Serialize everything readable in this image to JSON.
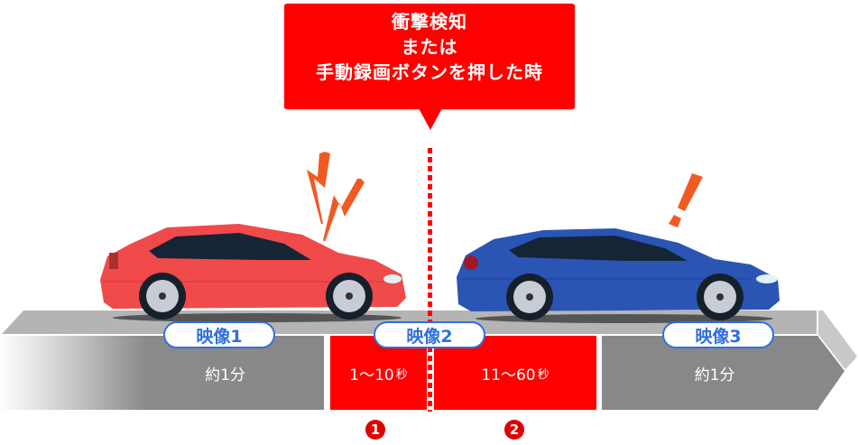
{
  "callout": {
    "lines": [
      "衝撃検知",
      "または",
      "手動録画ボタンを押した時"
    ]
  },
  "segments": [
    {
      "label": "映像1",
      "duration": "約1分",
      "color": "#888888"
    },
    {
      "label": "映像2",
      "duration_before": "1〜10",
      "duration_before_unit": "秒",
      "duration_after": "11〜60",
      "duration_after_unit": "秒",
      "color": "#ff0000"
    },
    {
      "label": "映像3",
      "duration": "約1分",
      "color": "#888888"
    }
  ],
  "markers": [
    "1",
    "2"
  ],
  "icons": {
    "impact": "lightning-bolt-icon",
    "alert": "exclamation-icon"
  },
  "colors": {
    "accent_red": "#ff0000",
    "label_blue": "#2f6fe0",
    "road_gray": "#b4b4b4",
    "block_gray": "#888888",
    "alert_orange": "#f05a22",
    "car_red": "#f04a4a",
    "car_blue": "#2b55b5"
  }
}
